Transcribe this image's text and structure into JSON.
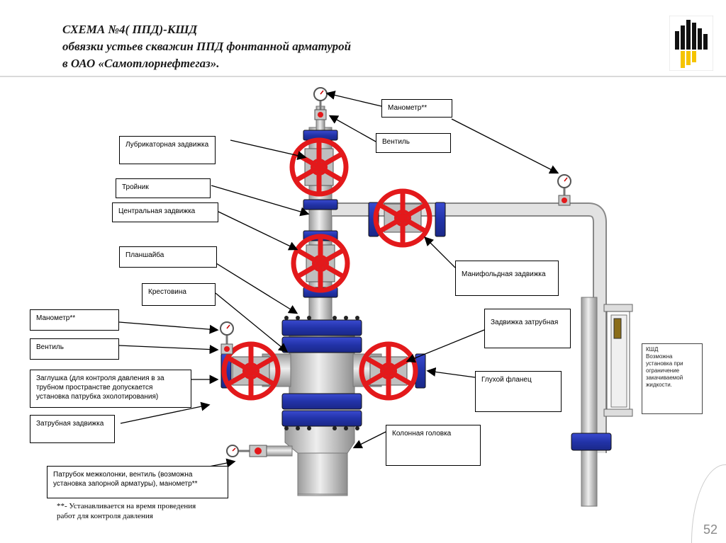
{
  "title": {
    "line1": "СХЕМА №4( ППД)-КШД",
    "line2": "обвязки устьев скважин ППД фонтанной арматурой",
    "line3": "в  ОАО «Самотлорнефтегаз»."
  },
  "labels": {
    "manometer_top": "Манометр**",
    "ventil_top": "Вентиль",
    "lubricator": "Лубрикаторная задвижка",
    "troinik": "Тройник",
    "central": "Центральная задвижка",
    "planshaiba": "Планшайба",
    "manifold": "Манифольдная задвижка",
    "krestovina": "Крестовина",
    "zatrub_right": "Задвижка затрубная",
    "manometer_left": "Манометр**",
    "ventil_left": "Вентиль",
    "zaglushka": "Заглушка (для контроля давления в за трубном пространстве допускается установка патрубка эхолотирования)",
    "glukhoy": "Глухой фланец",
    "zatrub_left": "Затрубная задвижка",
    "kolonnaya": "Колонная головка",
    "patrubok": "Патрубок межколонки, вентиль (возможна установка запорной арматуры), манометр**"
  },
  "kshd_box": {
    "title": "КШД",
    "text": "Возможна установка при ограничение закачиваемой жидкости."
  },
  "footnote": "**- Устанавливается на время проведения работ для контроля  давления",
  "page_number": "52",
  "colors": {
    "valve_red": "#e3191b",
    "flange_blue": "#2b3bb8",
    "pipe_gray": "#c8c8c8",
    "logo_yellow": "#f5c400"
  },
  "icons": [
    "logo-icon",
    "manometer-icon",
    "valve-handwheel-icon",
    "flange-icon",
    "arrow-icon"
  ]
}
